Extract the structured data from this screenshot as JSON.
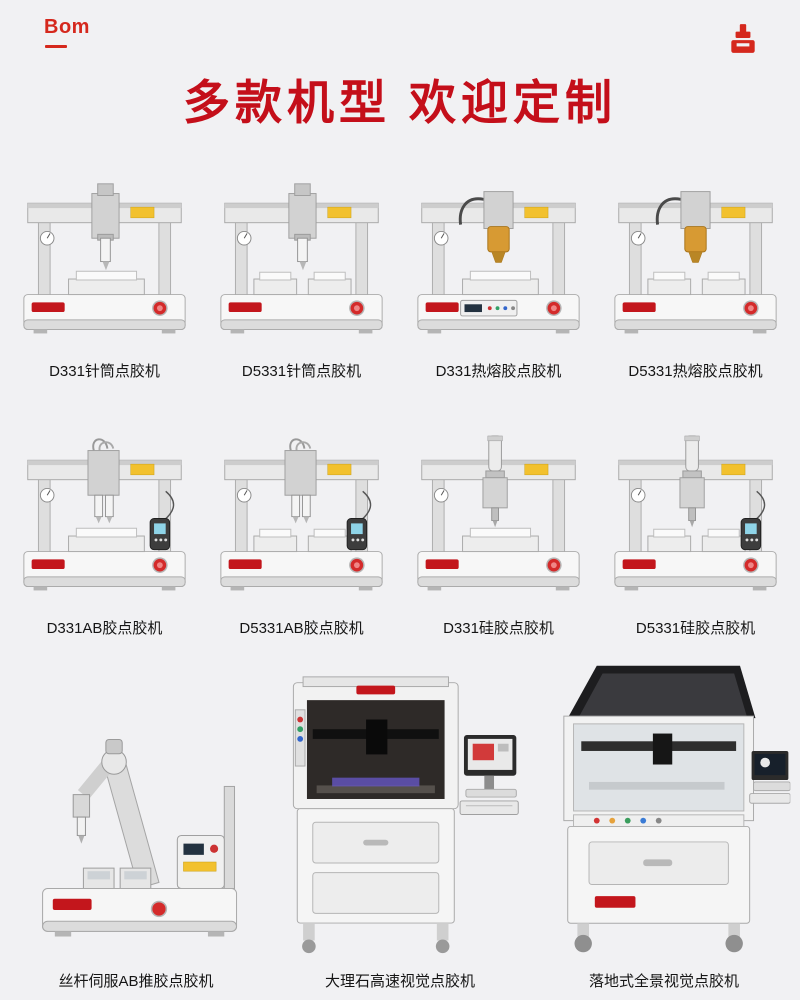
{
  "page": {
    "background": "#f1f1f3",
    "accent_red": "#c40f1a"
  },
  "header": {
    "brand": "Bom",
    "logo_icon": "machine-stamp-icon",
    "title": "多款机型  欢迎定制"
  },
  "products": [
    {
      "name": "D331针筒点胶机",
      "image": "desktop-syringe-dispenser"
    },
    {
      "name": "D5331针筒点胶机",
      "image": "desktop-syringe-dispenser-dual-station"
    },
    {
      "name": "D331热熔胶点胶机",
      "image": "desktop-hotmelt-dispenser"
    },
    {
      "name": "D5331热熔胶点胶机",
      "image": "desktop-hotmelt-dispenser-dual-station"
    },
    {
      "name": "D331AB胶点胶机",
      "image": "desktop-ab-glue-dispenser"
    },
    {
      "name": "D5331AB胶点胶机",
      "image": "desktop-ab-glue-dispenser-dual-station"
    },
    {
      "name": "D331硅胶点胶机",
      "image": "desktop-silicone-dispenser"
    },
    {
      "name": "D5331硅胶点胶机",
      "image": "desktop-silicone-dispenser-dual-station"
    },
    {
      "name": "丝杆伺服AB推胶点胶机",
      "image": "screw-servo-ab-dispenser"
    },
    {
      "name": "大理石高速视觉点胶机",
      "image": "marble-high-speed-vision-dispenser"
    },
    {
      "name": "落地式全景视觉点胶机",
      "image": "floor-standing-panoramic-vision-dispenser"
    }
  ]
}
